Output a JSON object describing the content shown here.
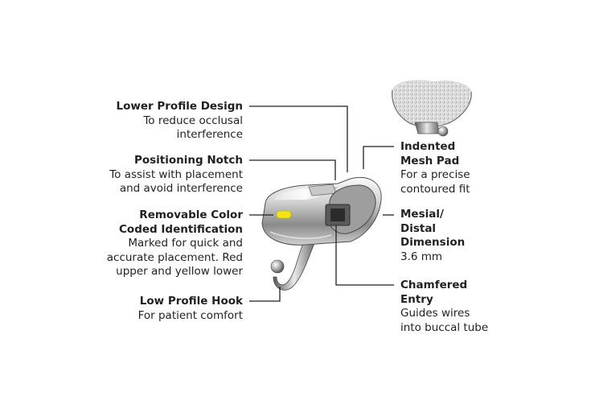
{
  "callouts": {
    "lower_profile": {
      "title": "Lower Profile Design",
      "desc": [
        "To reduce occlusal",
        "interference"
      ]
    },
    "positioning_notch": {
      "title": "Positioning Notch",
      "desc": [
        "To assist with placement",
        "and avoid interference"
      ]
    },
    "removable_color": {
      "title": [
        "Removable Color",
        "Coded Identification"
      ],
      "desc": [
        "Marked for quick and",
        "accurate placement. Red",
        "upper and yellow lower"
      ]
    },
    "low_profile_hook": {
      "title": "Low Profile Hook",
      "desc": [
        "For patient comfort"
      ]
    },
    "indented_mesh": {
      "title": [
        "Indented",
        "Mesh Pad"
      ],
      "desc": [
        "For a precise",
        "contoured fit"
      ]
    },
    "mesial_distal": {
      "title": [
        "Mesial/",
        "Distal",
        "Dimension"
      ],
      "desc": [
        "3.6 mm"
      ]
    },
    "chamfered_entry": {
      "title": [
        "Chamfered",
        "Entry"
      ],
      "desc": [
        "Guides wires",
        "into buccal tube"
      ]
    }
  },
  "colors": {
    "text": "#231f20",
    "leader_line": "#231f20",
    "metal_light": "#f2f2f2",
    "metal_mid": "#b9b9b9",
    "metal_dark": "#5e5e5e",
    "color_code_yellow": "#f2e417"
  }
}
